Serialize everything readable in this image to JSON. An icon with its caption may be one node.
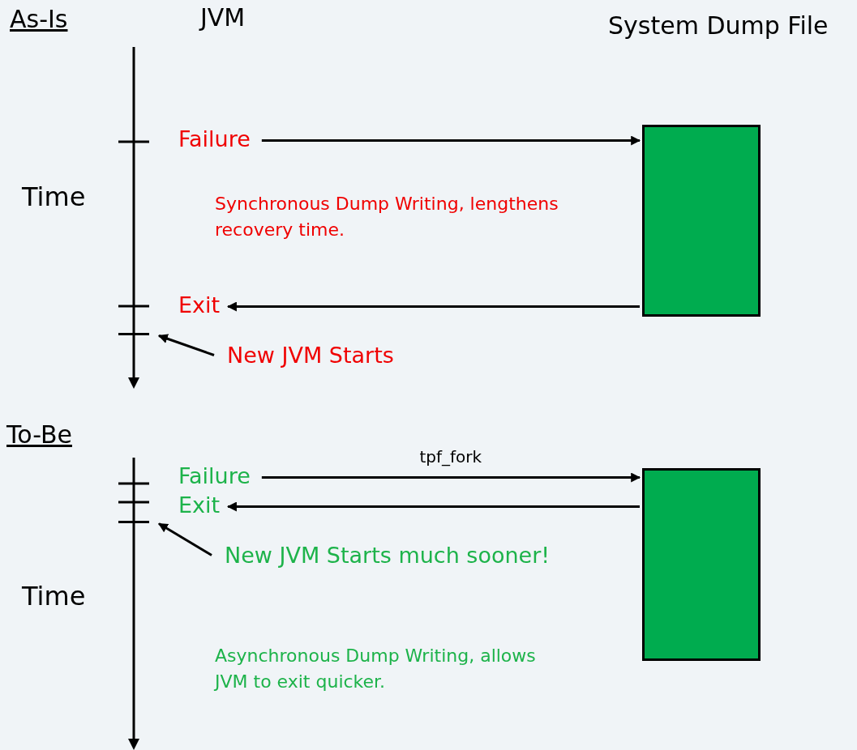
{
  "diagram": {
    "nodes": [
      {
        "text": [
          "Failure"
        ]
      },
      {
        "text": [],
        "shape": "box"
      },
      {
        "text": [
          "Exit"
        ]
      },
      {
        "text": [
          "New JVM Starts"
        ]
      },
      {
        "text": [
          "Failure"
        ]
      },
      {
        "text": [],
        "shape": "box"
      },
      {
        "text": [
          "Exit"
        ]
      },
      {
        "text": [
          "New JVM Starts much sooner!"
        ]
      },
      {
        "text": [],
        "shape": "bar"
      },
      {
        "text": [],
        "shape": "bar"
      }
    ],
    "edges": [
      {
        "from": 0,
        "to": 1,
        "arrow": "to"
      },
      {
        "from": 1,
        "to": 2,
        "arrow": "to"
      },
      {
        "from": 3,
        "to": 8,
        "arrow": "to"
      },
      {
        "from": 4,
        "to": 5,
        "arrow": "to",
        "label": "tpf_fork"
      },
      {
        "from": 5,
        "to": 6,
        "arrow": "to"
      },
      {
        "from": 7,
        "to": 9,
        "arrow": "to"
      }
    ],
    "labels": [
      "As-Is",
      "JVM",
      "System Dump File",
      "Time",
      "Synchronous Dump Writing, lengthens recovery time.",
      "To-Be",
      "Time",
      "Asynchronous Dump Writing, allows JVM to exit quicker."
    ]
  }
}
